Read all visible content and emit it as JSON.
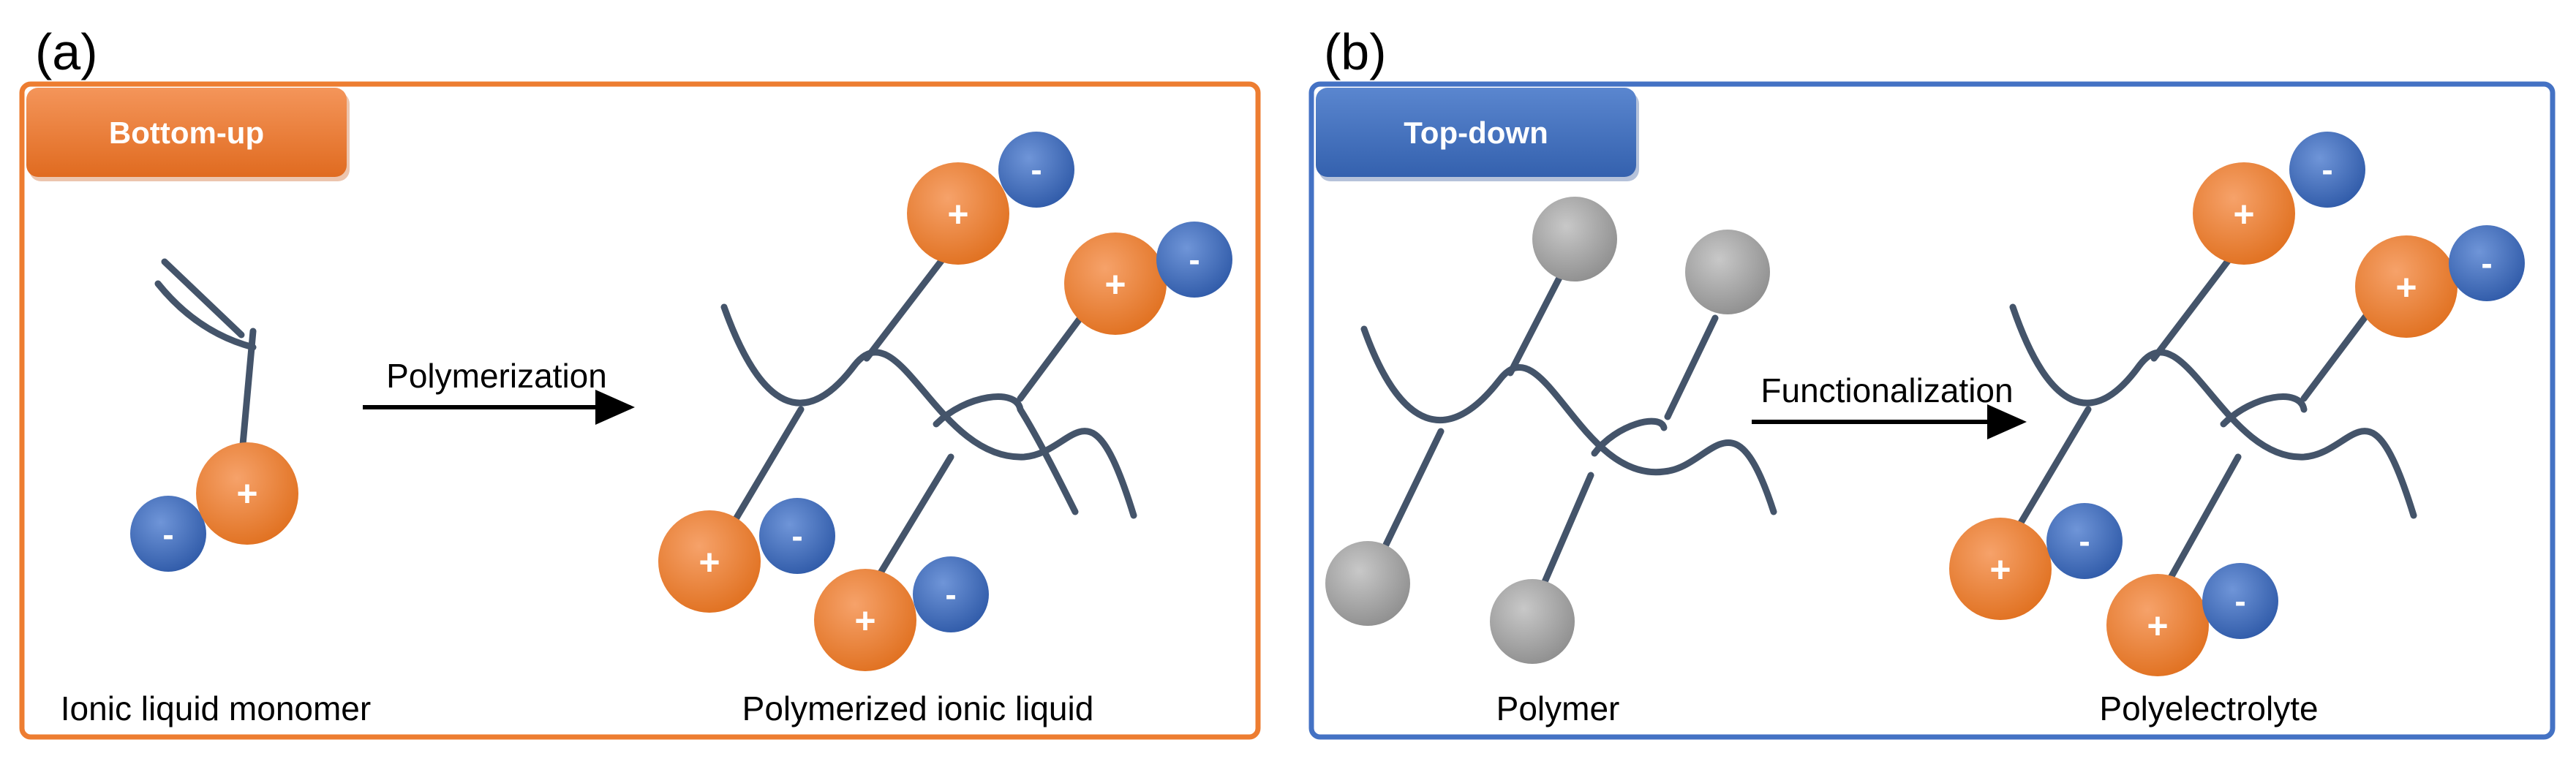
{
  "panel_a": {
    "letter": "(a)",
    "tab": "Bottom-up",
    "arrow_label": "Polymerization",
    "left_label": "Ionic liquid monomer",
    "right_label": "Polymerized ionic liquid",
    "color": "#ed7d31"
  },
  "panel_b": {
    "letter": "(b)",
    "tab": "Top-down",
    "arrow_label": "Functionalization",
    "left_label": "Polymer",
    "right_label": "Polyelectrolyte",
    "color": "#4472c4"
  },
  "ions": {
    "cation_sign": "+",
    "anion_sign": "-",
    "cation_color": "#ed7d31",
    "anion_color": "#4472c4",
    "neutral_color": "#a6a6a6",
    "chain_color": "#44546a"
  }
}
